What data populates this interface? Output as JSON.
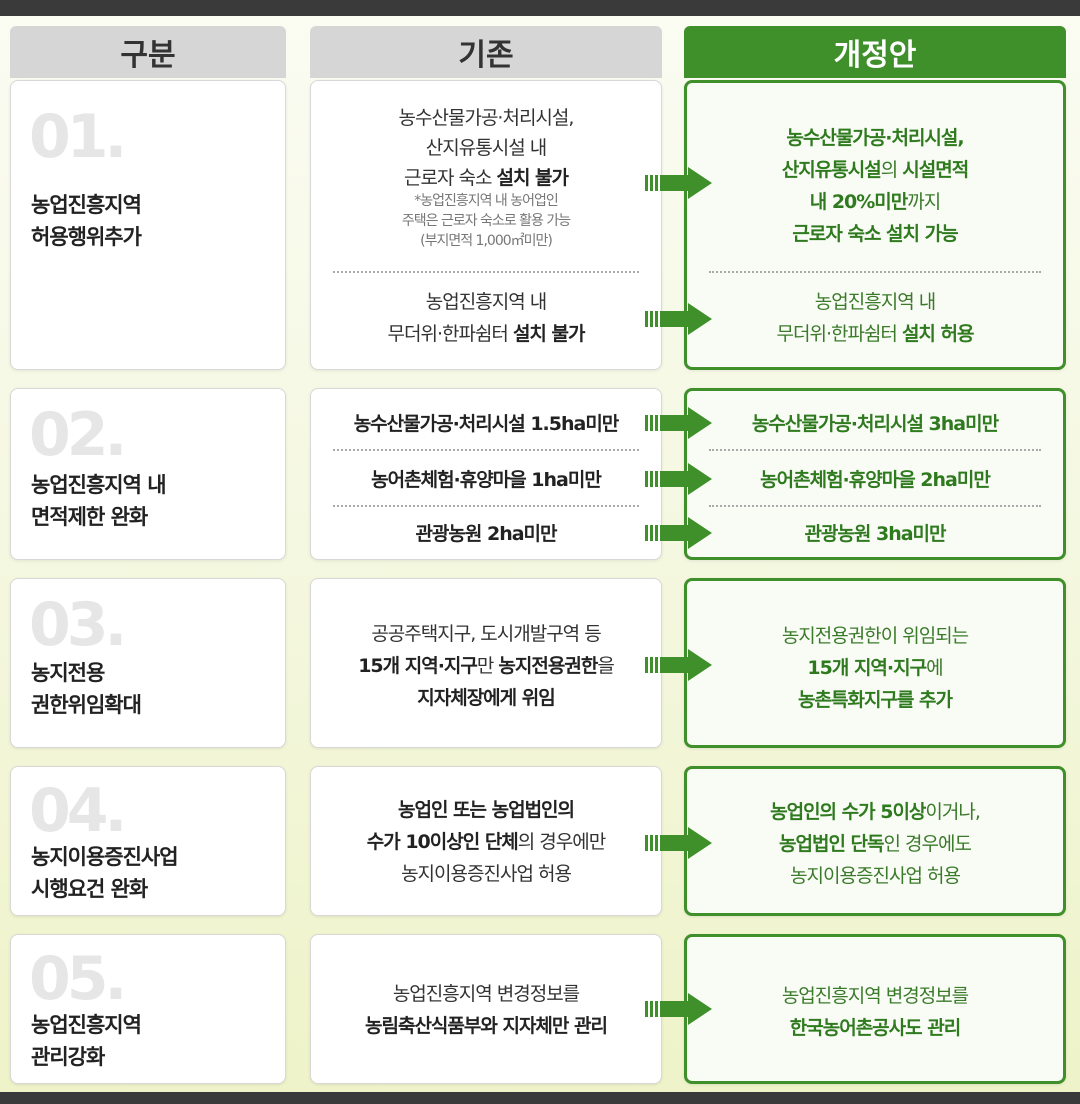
{
  "headers": {
    "category": "구분",
    "existing": "기존",
    "revised": "개정안"
  },
  "rows": [
    {
      "num": "01.",
      "title": [
        "농업진흥지역",
        "허용행위추가"
      ],
      "existing_a": {
        "l1": "농수산물가공·처리시설,",
        "l2": "산지유통시설 내",
        "l3_pre": "근로자 숙소 ",
        "l3_bold": "설치 불가",
        "note1": "*농업진흥지역 내 농어업인",
        "note2": "주택은 근로자 숙소로 활용 가능",
        "note3": "(부지면적 1,000㎡미만)"
      },
      "existing_b": {
        "l1": "농업진흥지역 내",
        "l2_pre": "무더위·한파쉼터 ",
        "l2_bold": "설치 불가"
      },
      "revised_a": {
        "l1": "농수산물가공·처리시설,",
        "l2_bold": "산지유통시설",
        "l2_mid": "의 ",
        "l2_bold2": "시설면적",
        "l3_bold": "내 20%미만",
        "l3_rest": "까지",
        "l4": "근로자 숙소 설치 가능"
      },
      "revised_b": {
        "l1": "농업진흥지역 내",
        "l2_pre": "무더위·한파쉼터 ",
        "l2_bold": "설치 허용"
      }
    },
    {
      "num": "02.",
      "title": [
        "농업진흥지역 내",
        "면적제한 완화"
      ],
      "existing": [
        "농수산물가공·처리시설 1.5ha미만",
        "농어촌체험·휴양마을 1ha미만",
        "관광농원 2ha미만"
      ],
      "revised": [
        "농수산물가공·처리시설 3ha미만",
        "농어촌체험·휴양마을 2ha미만",
        "관광농원 3ha미만"
      ]
    },
    {
      "num": "03.",
      "title": [
        "농지전용",
        "권한위임확대"
      ],
      "existing": {
        "l1": "공공주택지구, 도시개발구역 등",
        "l2_b1": "15개 지역·지구",
        "l2_m": "만 ",
        "l2_b2": "농지전용권한",
        "l2_end": "을",
        "l3": "지자체장에게 위임"
      },
      "revised": {
        "l1": "농지전용권한이 위임되는",
        "l2_bold": "15개 지역·지구",
        "l2_rest": "에",
        "l3": "농촌특화지구를 추가"
      }
    },
    {
      "num": "04.",
      "title": [
        "농지이용증진사업",
        "시행요건 완화"
      ],
      "existing": {
        "l1": "농업인 또는 농업법인의",
        "l2_bold": "수가 10이상인 단체",
        "l2_rest": "의 경우에만",
        "l3": "농지이용증진사업 허용"
      },
      "revised": {
        "l1_bold": "농업인의 수가 5이상",
        "l1_rest": "이거나,",
        "l2_bold": "농업법인 단독",
        "l2_rest": "인 경우에도",
        "l3": "농지이용증진사업 허용"
      }
    },
    {
      "num": "05.",
      "title": [
        "농업진흥지역",
        "관리강화"
      ],
      "existing": {
        "l1": "농업진흥지역 변경정보를",
        "l2": "농림축산식품부와 지자체만 관리"
      },
      "revised": {
        "l1": "농업진흥지역 변경정보를",
        "l2": "한국농어촌공사도 관리"
      }
    }
  ],
  "colors": {
    "accent_green": "#3f8f2b",
    "header_gray": "#d6d6d6",
    "arrow_green": "#3f8f2b"
  }
}
